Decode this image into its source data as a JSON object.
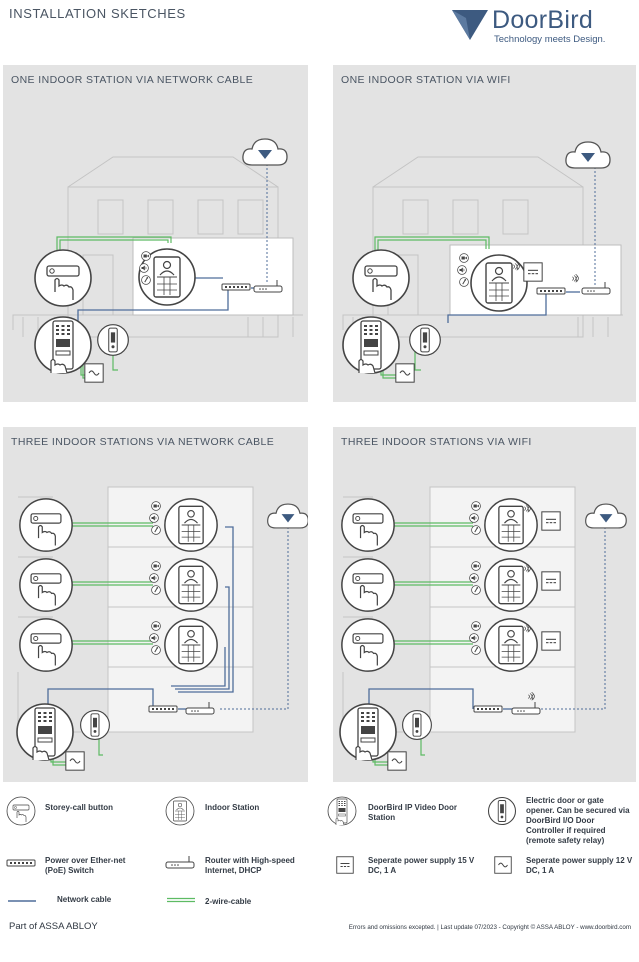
{
  "header": {
    "title": "INSTALLATION SKETCHES",
    "brand_name": "DoorBird",
    "brand_tagline": "Technology meets Design."
  },
  "panels": [
    {
      "title": "ONE INDOOR STATION VIA NETWORK CABLE"
    },
    {
      "title": "ONE INDOOR STATION VIA WIFI"
    },
    {
      "title": "THREE INDOOR STATIONS VIA NETWORK CABLE"
    },
    {
      "title": "THREE INDOOR STATIONS VIA WIFI"
    }
  ],
  "legend": {
    "storey_call": "Storey-call button",
    "indoor_station": "Indoor Station",
    "door_station": "DoorBird IP Video Door Station",
    "door_opener": "Electric door or gate opener. Can be secured via DoorBird I/O Door Controller if required (remote safety relay)",
    "poe_switch": "Power over Ether-net (PoE) Switch",
    "router": "Router with High-speed Internet, DHCP",
    "psu_15v": "Seperate power supply 15 V DC, 1 A",
    "psu_12v": "Seperate power supply 12 V DC, 1 A",
    "network_cable": "Network cable",
    "two_wire": "2-wire-cable"
  },
  "colors": {
    "network_cable": "#4f6d9a",
    "two_wire": "#5dbb63",
    "brand": "#3d5a80",
    "panel_bg": "#e3e3e3"
  },
  "footer": {
    "left": "Part of ASSA ABLOY",
    "right": "Errors and omissions excepted. | Last update 07/2023 - Copyright © ASSA ABLOY - www.doorbird.com"
  }
}
